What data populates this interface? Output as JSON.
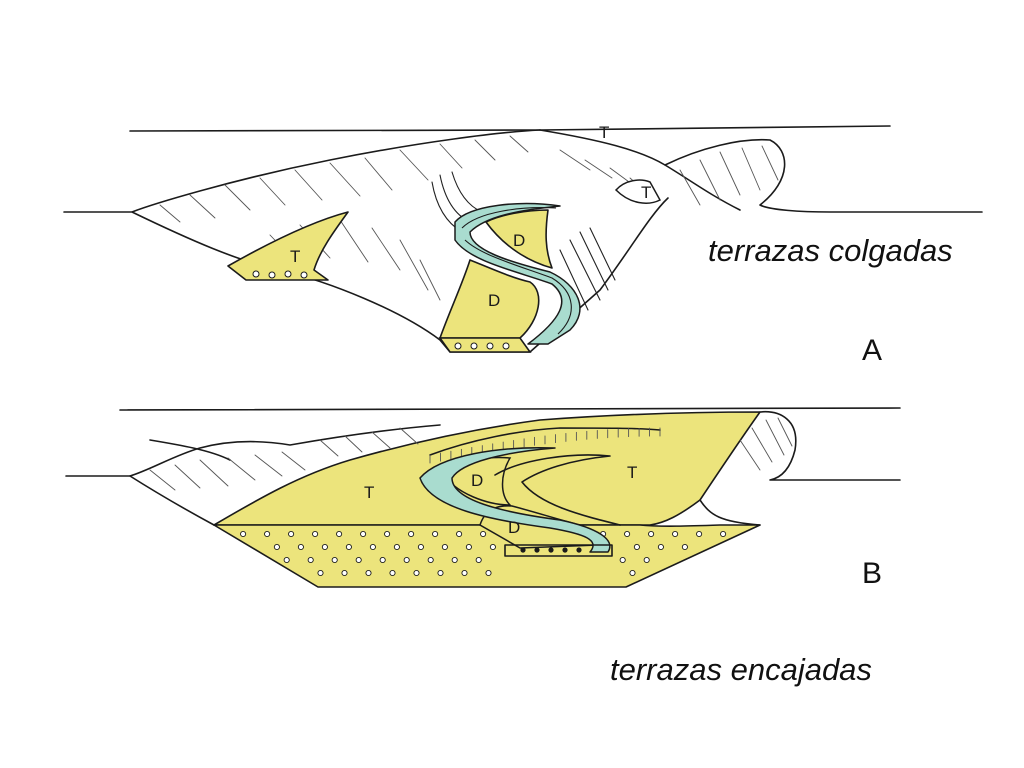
{
  "captions": {
    "hanging_terraces": "terrazas colgadas",
    "nested_terraces": "terrazas encajadas"
  },
  "panels": {
    "a": {
      "letter": "A"
    },
    "b": {
      "letter": "B"
    }
  },
  "region_labels": {
    "terrace": "T",
    "deposit": "D"
  },
  "colors": {
    "terrace_fill": "#ece47c",
    "river_fill": "#a9dccf",
    "line": "#1b1b1b",
    "pebble": "#ffffff"
  }
}
